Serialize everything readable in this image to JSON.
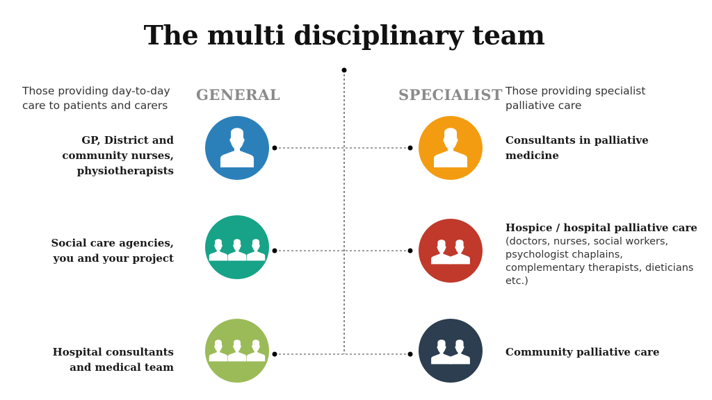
{
  "title": "The multi disciplinary team",
  "general": {
    "heading": "GENERAL",
    "description": [
      "Those providing day-to-day",
      "care to patients and carers"
    ],
    "items": [
      {
        "label": [
          "GP, District and",
          "community nurses,",
          "physiotherapists"
        ],
        "color": "#2b80ba",
        "icon": "single-person-icon"
      },
      {
        "label": [
          "Social care agencies,",
          "you and your project"
        ],
        "color": "#17a387",
        "icon": "group-three-people-icon"
      },
      {
        "label": [
          "Hospital consultants",
          "and medical team"
        ],
        "color": "#9bbb59",
        "icon": "group-three-people-icon"
      }
    ]
  },
  "specialist": {
    "heading": "SPECIALIST",
    "description": [
      "Those providing specialist",
      "palliative care"
    ],
    "items": [
      {
        "label": [
          "Consultants in palliative",
          "medicine"
        ],
        "color": "#f39c12",
        "icon": "single-person-icon"
      },
      {
        "label": [
          "Hospice / hospital palliative care"
        ],
        "sub": [
          "(doctors, nurses, social workers,",
          "psychologist chaplains,",
          "complementary therapists, dieticians",
          "etc.)"
        ],
        "color": "#c0392b",
        "icon": "group-two-people-icon"
      },
      {
        "label": [
          "Community palliative care"
        ],
        "color": "#2c3e50",
        "icon": "group-two-people-icon"
      }
    ]
  }
}
